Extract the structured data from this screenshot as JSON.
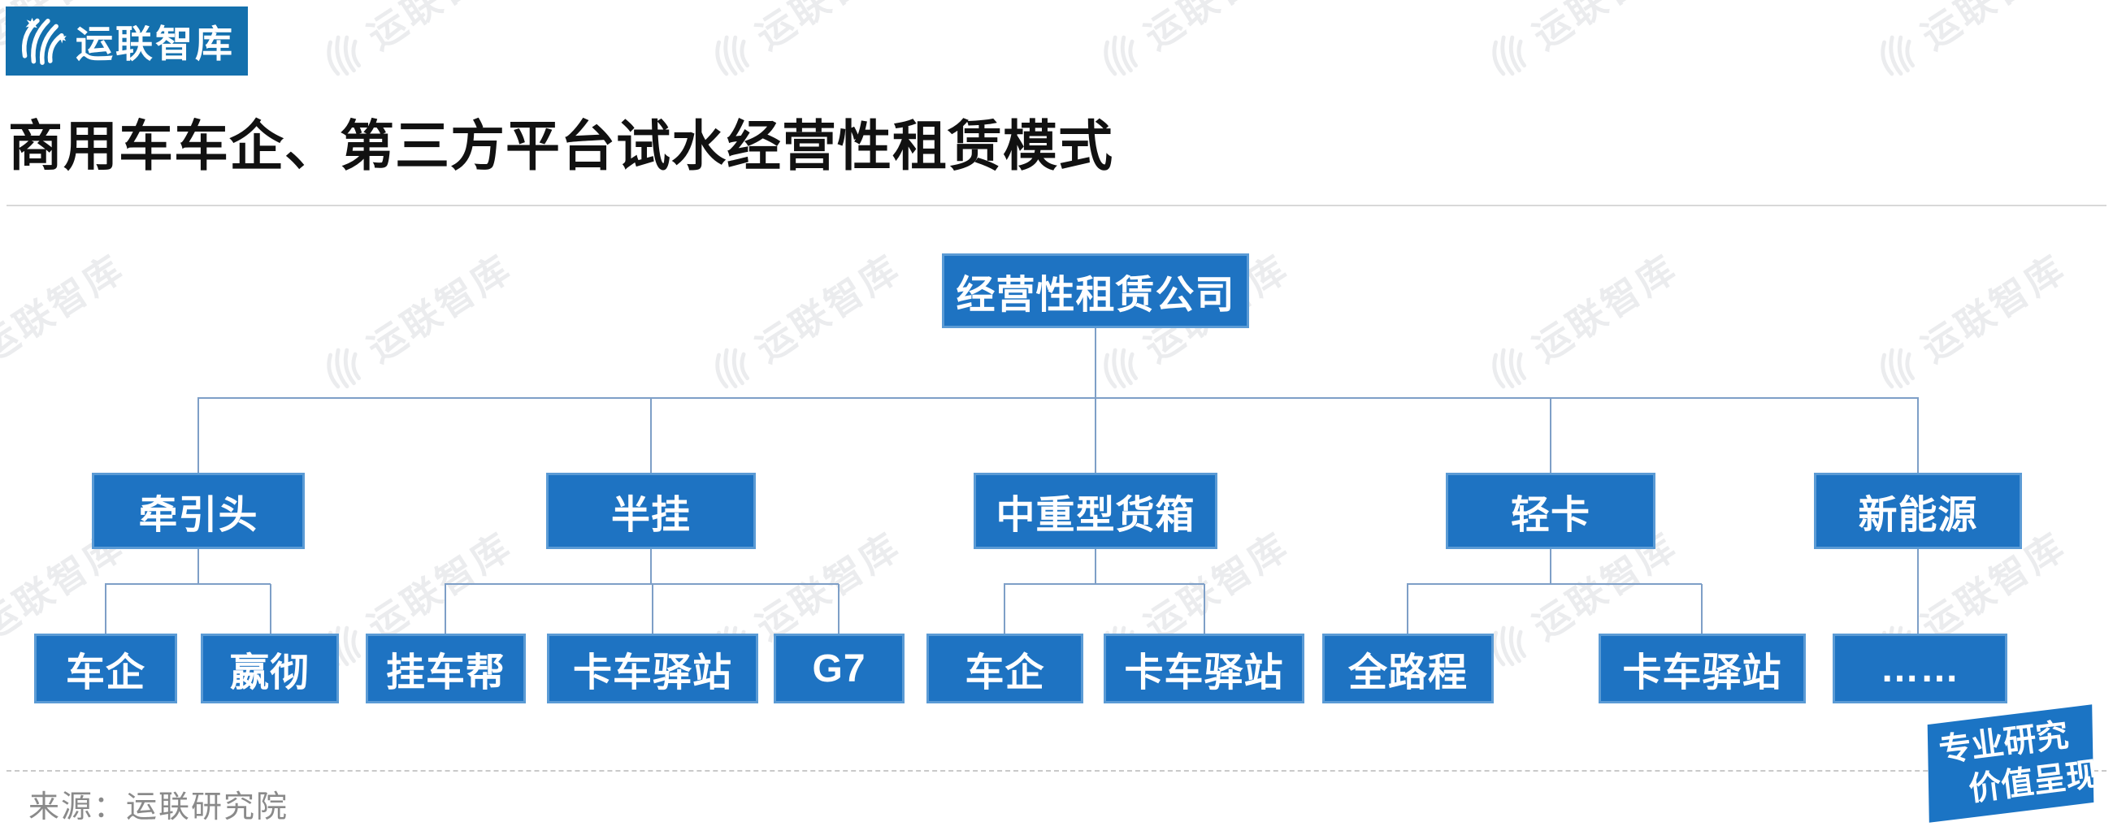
{
  "page": {
    "title": "商用车车企、第三方平台试水经营性租赁模式",
    "source": "来源：运联研究院"
  },
  "logo": {
    "text": "运联智库",
    "icon": "globe-swirl-icon"
  },
  "watermark": {
    "text": "运联智库"
  },
  "badge": {
    "line1": "专业研究",
    "line2": "价值呈现"
  },
  "colors": {
    "logo_bg": "#1470AD",
    "node_fill": "#1E73C2",
    "node_border": "#5B9BD5",
    "connector": "#7E9FC7",
    "badge_bg": "#1B74C4",
    "title_color": "#111111",
    "source_color": "#8A8A8A",
    "divider": "#D8D8D8",
    "dashed": "#C9C9C9"
  },
  "tree": {
    "root": {
      "label": "经营性租赁公司"
    },
    "level2": [
      {
        "label": "牵引头",
        "children": [
          "车企",
          "嬴彻"
        ]
      },
      {
        "label": "半挂",
        "children": [
          "挂车帮",
          "卡车驿站",
          "G7"
        ]
      },
      {
        "label": "中重型货箱",
        "children": [
          "车企",
          "卡车驿站"
        ]
      },
      {
        "label": "轻卡",
        "children": [
          "全路程",
          "卡车驿站"
        ]
      },
      {
        "label": "新能源",
        "children": [
          "……"
        ]
      }
    ]
  }
}
